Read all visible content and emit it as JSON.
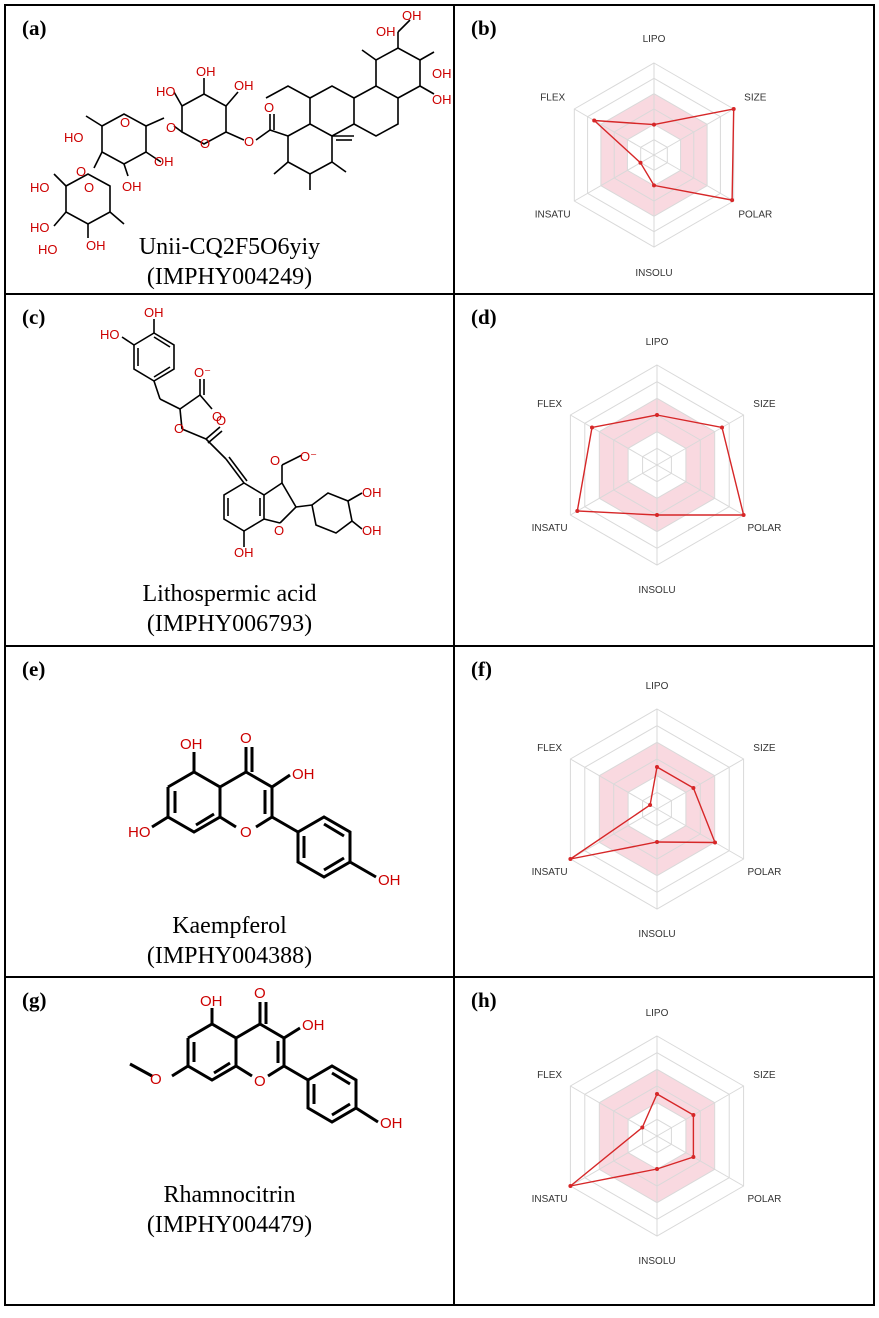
{
  "panels": [
    {
      "label": "(a)",
      "name": "Unii-CQ2F5O6yiy",
      "id": "(IMPHY004249)"
    },
    {
      "label": "(b)"
    },
    {
      "label": "(c)",
      "name": "Lithospermic acid",
      "id": "(IMPHY006793)"
    },
    {
      "label": "(d)"
    },
    {
      "label": "(e)",
      "name": "Kaempferol",
      "id": "(IMPHY004388)"
    },
    {
      "label": "(f)"
    },
    {
      "label": "(g)",
      "name": "Rhamnocitrin",
      "id": "(IMPHY004479)"
    },
    {
      "label": "(h)"
    }
  ],
  "atoms": {
    "oh": "OH",
    "ho": "HO",
    "o": "O",
    "o_minus": "O⁻"
  },
  "colors": {
    "heteroatom": "#cc0000",
    "radar_line": "#d62728",
    "radar_fill": "#f7c9d3",
    "grid": "#d9d9d9",
    "border": "#000000"
  },
  "chart_data": [
    {
      "panel": "(b)",
      "type": "radar",
      "axes": [
        "LIPO",
        "SIZE",
        "POLAR",
        "INSOLU",
        "INSATU",
        "FLEX"
      ],
      "optimal_range": [
        0.33,
        0.67
      ],
      "values": [
        0.33,
        1.0,
        0.98,
        0.33,
        0.17,
        0.75
      ]
    },
    {
      "panel": "(d)",
      "type": "radar",
      "axes": [
        "LIPO",
        "SIZE",
        "POLAR",
        "INSOLU",
        "INSATU",
        "FLEX"
      ],
      "optimal_range": [
        0.33,
        0.67
      ],
      "values": [
        0.5,
        0.75,
        1.0,
        0.5,
        0.92,
        0.75
      ]
    },
    {
      "panel": "(f)",
      "type": "radar",
      "axes": [
        "LIPO",
        "SIZE",
        "POLAR",
        "INSOLU",
        "INSATU",
        "FLEX"
      ],
      "optimal_range": [
        0.33,
        0.67
      ],
      "values": [
        0.42,
        0.42,
        0.67,
        0.33,
        1.0,
        0.08
      ]
    },
    {
      "panel": "(h)",
      "type": "radar",
      "axes": [
        "LIPO",
        "SIZE",
        "POLAR",
        "INSOLU",
        "INSATU",
        "FLEX"
      ],
      "optimal_range": [
        0.33,
        0.67
      ],
      "values": [
        0.42,
        0.42,
        0.42,
        0.33,
        1.0,
        0.17
      ]
    }
  ]
}
